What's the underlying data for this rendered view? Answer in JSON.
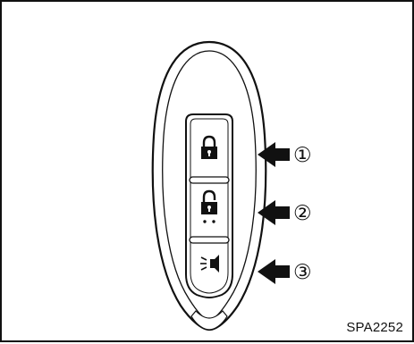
{
  "figure": {
    "code": "SPA2252"
  },
  "buttons": [
    {
      "icon": "lock-icon",
      "callout": "①"
    },
    {
      "icon": "unlock-icon",
      "callout": "②"
    },
    {
      "icon": "panic-alarm-icon",
      "callout": "③"
    }
  ],
  "colors": {
    "line": "#111111",
    "paper": "#ffffff"
  }
}
